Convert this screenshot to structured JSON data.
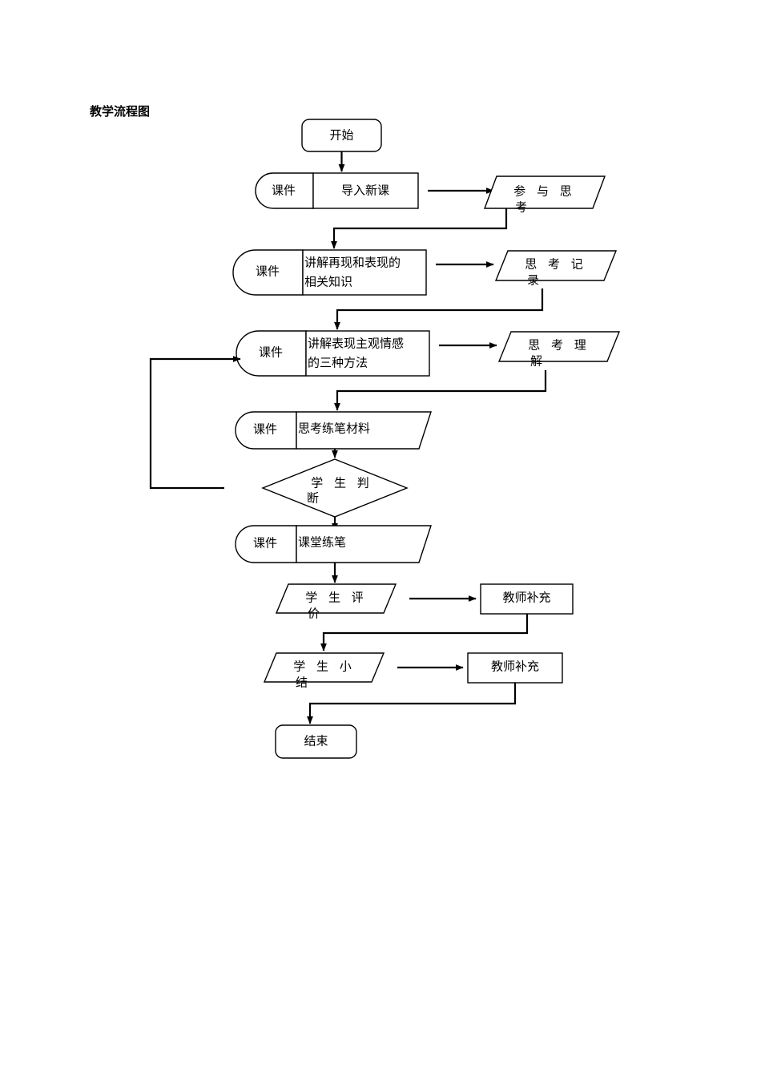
{
  "document": {
    "title": "教学流程图",
    "background_color": "#ffffff",
    "line_color": "#000000",
    "text_color": "#000000"
  },
  "flowchart": {
    "type": "flowchart",
    "orientation": "top-to-bottom",
    "nodes": {
      "start": {
        "label": "开始",
        "shape": "rounded-rectangle"
      },
      "row1_media": {
        "label": "课件",
        "shape": "capsule-left"
      },
      "row1_process": {
        "label": "导入新课",
        "shape": "rectangle"
      },
      "row1_output": {
        "label": "参 与 思",
        "label_overflow": "考",
        "shape": "parallelogram"
      },
      "row2_media": {
        "label": "课件",
        "shape": "capsule-left"
      },
      "row2_process_line1": {
        "label": "讲解再现和表现的"
      },
      "row2_process_line2": {
        "label": "相关知识"
      },
      "row2_output": {
        "label": "思 考 记",
        "label_overflow": "录",
        "shape": "parallelogram"
      },
      "row3_media": {
        "label": "课件",
        "shape": "capsule-left"
      },
      "row3_process_line1": {
        "label": "讲解表现主观情感"
      },
      "row3_process_line2": {
        "label": "的三种方法"
      },
      "row3_output": {
        "label": "思 考 理",
        "label_overflow": "解",
        "shape": "parallelogram"
      },
      "row4_media": {
        "label": "课件",
        "shape": "capsule-left"
      },
      "row4_process": {
        "label": "思考练笔材料",
        "shape": "slant-right"
      },
      "decision": {
        "label": "学 生 判",
        "label_overflow": "断",
        "shape": "diamond"
      },
      "row5_media": {
        "label": "课件",
        "shape": "capsule-left"
      },
      "row5_process": {
        "label": "课堂练笔",
        "shape": "slant-right"
      },
      "row6_output": {
        "label": "学 生 评",
        "label_overflow": "价",
        "shape": "parallelogram"
      },
      "row6_box": {
        "label": "教师补充",
        "shape": "rectangle"
      },
      "row7_output": {
        "label": "学 生 小",
        "label_overflow": "结",
        "shape": "parallelogram"
      },
      "row7_box": {
        "label": "教师补充",
        "shape": "rectangle"
      },
      "end": {
        "label": "结束",
        "shape": "rounded-rectangle"
      }
    },
    "edges": [
      {
        "from": "start",
        "to": "row1_process",
        "style": "arrow-down"
      },
      {
        "from": "row1_process",
        "to": "row1_output",
        "style": "arrow-right"
      },
      {
        "from": "row1_output",
        "to": "row2_process",
        "style": "elbow-down-left-arrow"
      },
      {
        "from": "row2_process",
        "to": "row2_output",
        "style": "arrow-right"
      },
      {
        "from": "row2_output",
        "to": "row3_process",
        "style": "elbow-down-left-arrow"
      },
      {
        "from": "row3_process",
        "to": "row3_output",
        "style": "arrow-right"
      },
      {
        "from": "row3_output",
        "to": "row4_process",
        "style": "elbow-down-left-arrow"
      },
      {
        "from": "row4_process",
        "to": "decision",
        "style": "arrow-down"
      },
      {
        "from": "decision",
        "to": "row5_process",
        "style": "arrow-down"
      },
      {
        "from": "decision",
        "to": "row3_media",
        "style": "feedback-loop-left-arrow"
      },
      {
        "from": "row5_process",
        "to": "row6_output",
        "style": "arrow-down"
      },
      {
        "from": "row6_output",
        "to": "row6_box",
        "style": "arrow-right"
      },
      {
        "from": "row6_box",
        "to": "row7_output",
        "style": "elbow-down-left-arrow"
      },
      {
        "from": "row7_output",
        "to": "row7_box",
        "style": "arrow-right"
      },
      {
        "from": "row7_box",
        "to": "end",
        "style": "elbow-down-left-arrow"
      }
    ]
  }
}
